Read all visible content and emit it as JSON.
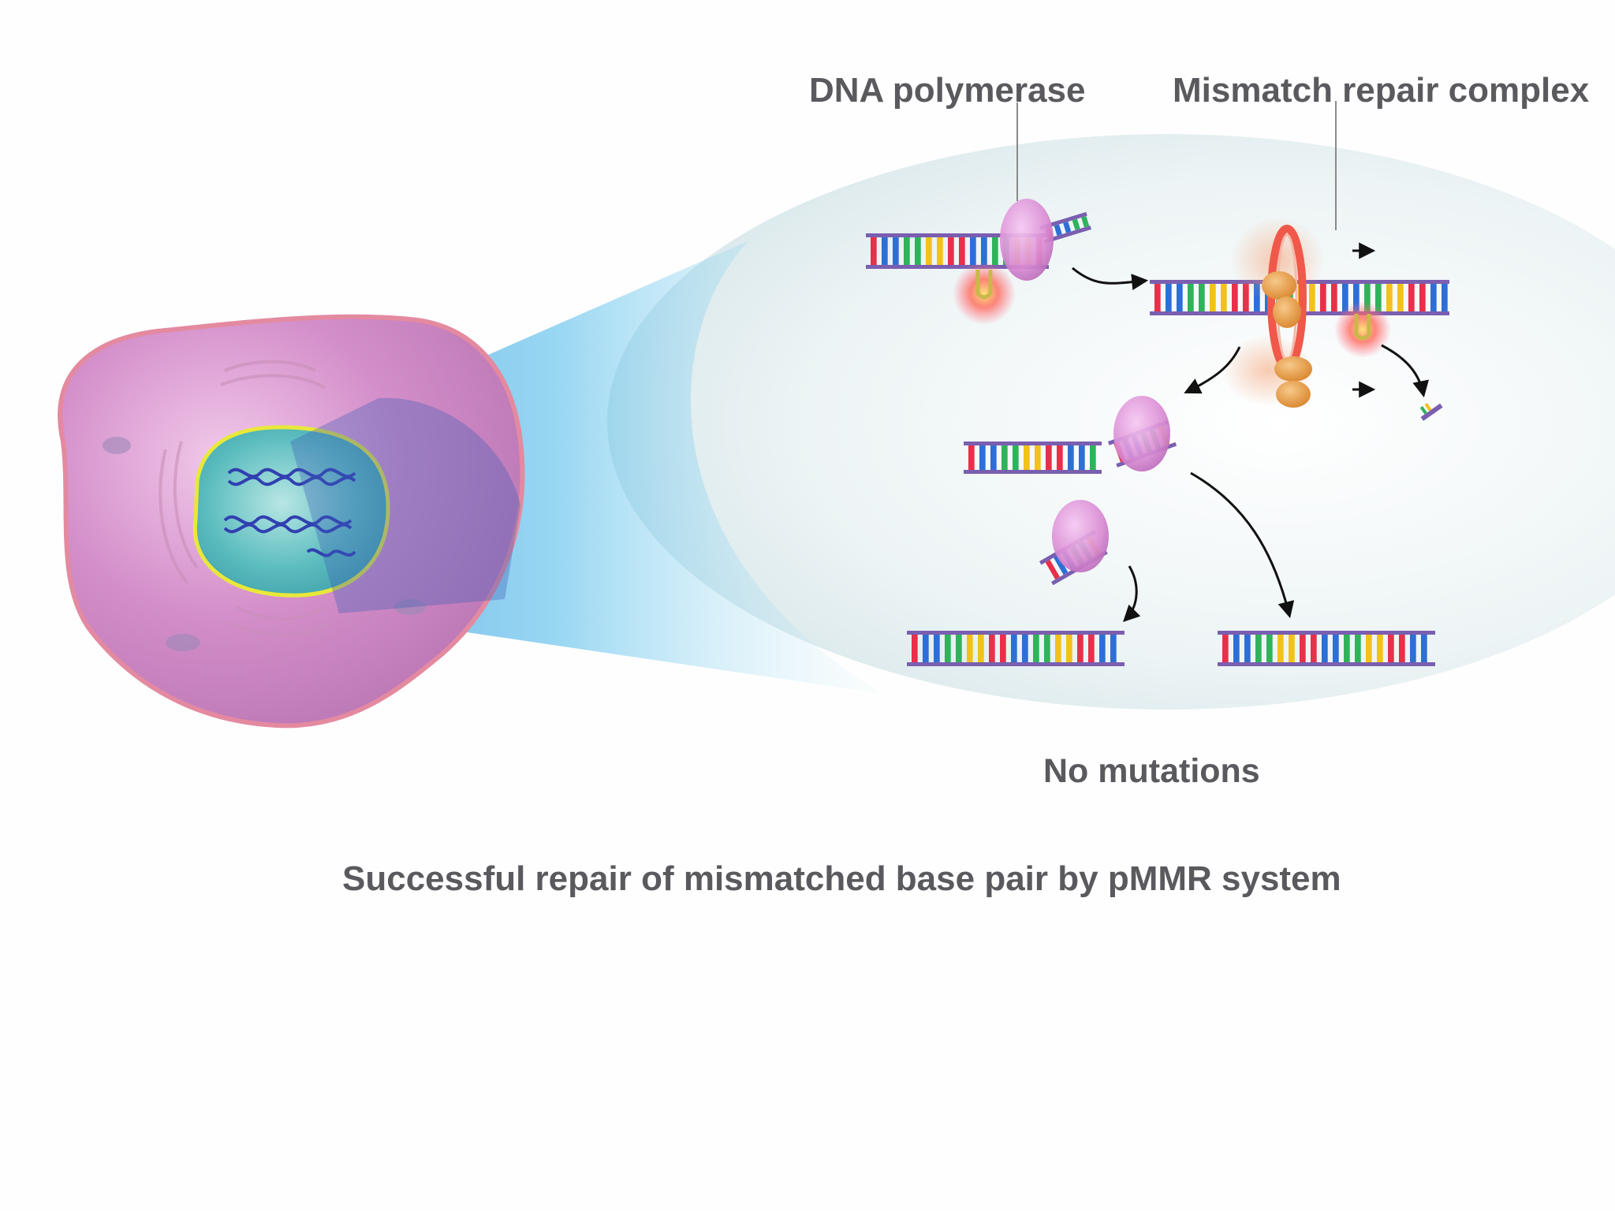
{
  "labels": {
    "dna_polymerase": "DNA polymerase",
    "mismatch_repair_complex": "Mismatch repair complex",
    "no_mutations": "No mutations",
    "caption": "Successful repair of mismatched base pair by pMMR system"
  },
  "colors": {
    "label_text": "#5a5a5e",
    "cell_fill": "#c97fc0",
    "cell_membrane": "#e58ea0",
    "nucleus_fill": "#4fb3b6",
    "nucleus_outline": "#e8e83a",
    "zoom_beam": "#5fc3ee",
    "zoom_ellipse": "#e3eef0",
    "polymerase": "#d98ad3",
    "mmr_ring": "#f05a4a",
    "mmr_protein": "#e3953a",
    "dna_backbone": "#7a5fb0",
    "base_red": "#e8304a",
    "base_yellow": "#f2c21a",
    "base_green": "#2fb35a",
    "base_blue": "#2d6fd6",
    "mismatch_glow": "#ff5a4a"
  },
  "icons": [
    "cell-icon",
    "nucleus-icon",
    "dna-helix-icon",
    "dna-polymerase-icon",
    "mismatch-repair-complex-icon",
    "mismatch-glow-icon",
    "arrow-icon"
  ]
}
